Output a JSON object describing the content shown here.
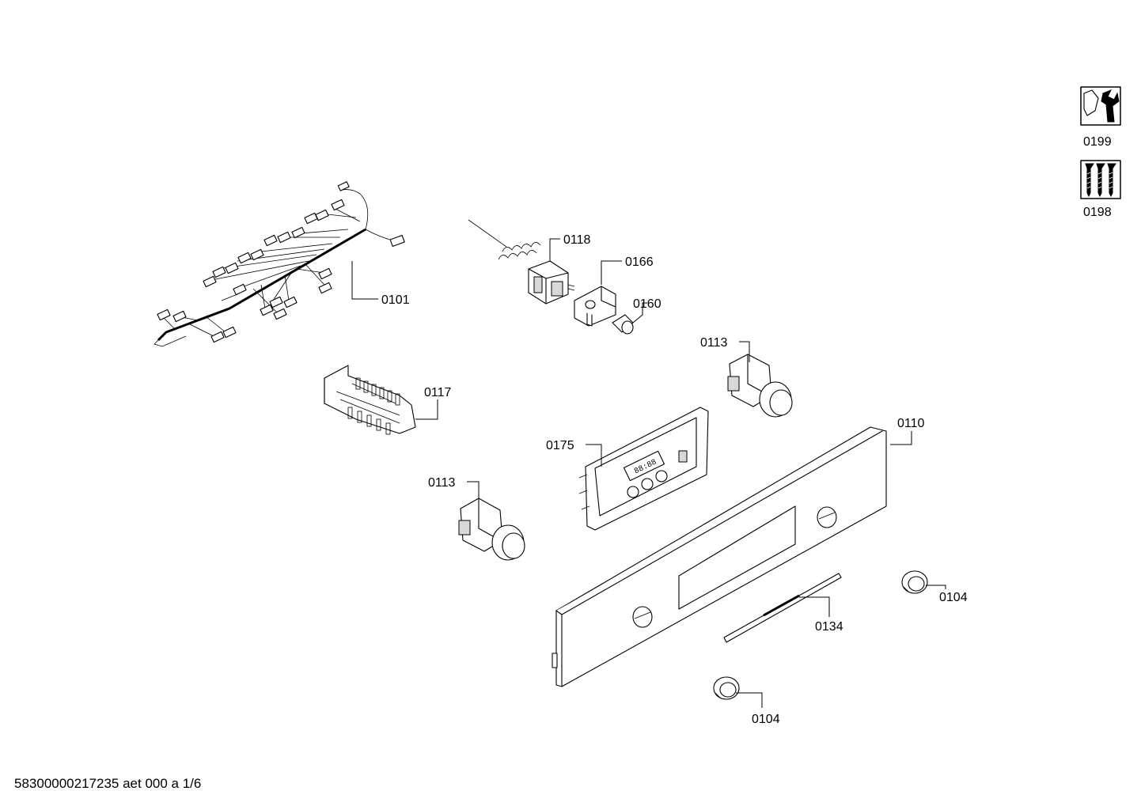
{
  "labels": {
    "harness": "0101",
    "thermostat": "0118",
    "bracket": "0166",
    "lamp": "0160",
    "knob_right": "0113",
    "knob_left": "0113",
    "selector_switch": "0117",
    "control_module": "0175",
    "panel": "0110",
    "ring_right": "0104",
    "ring_bottom": "0104",
    "badge": "0134",
    "tools_kit": "0199",
    "screws_kit": "0198"
  },
  "footer": "58300000217235 aet 000 a 1/6"
}
